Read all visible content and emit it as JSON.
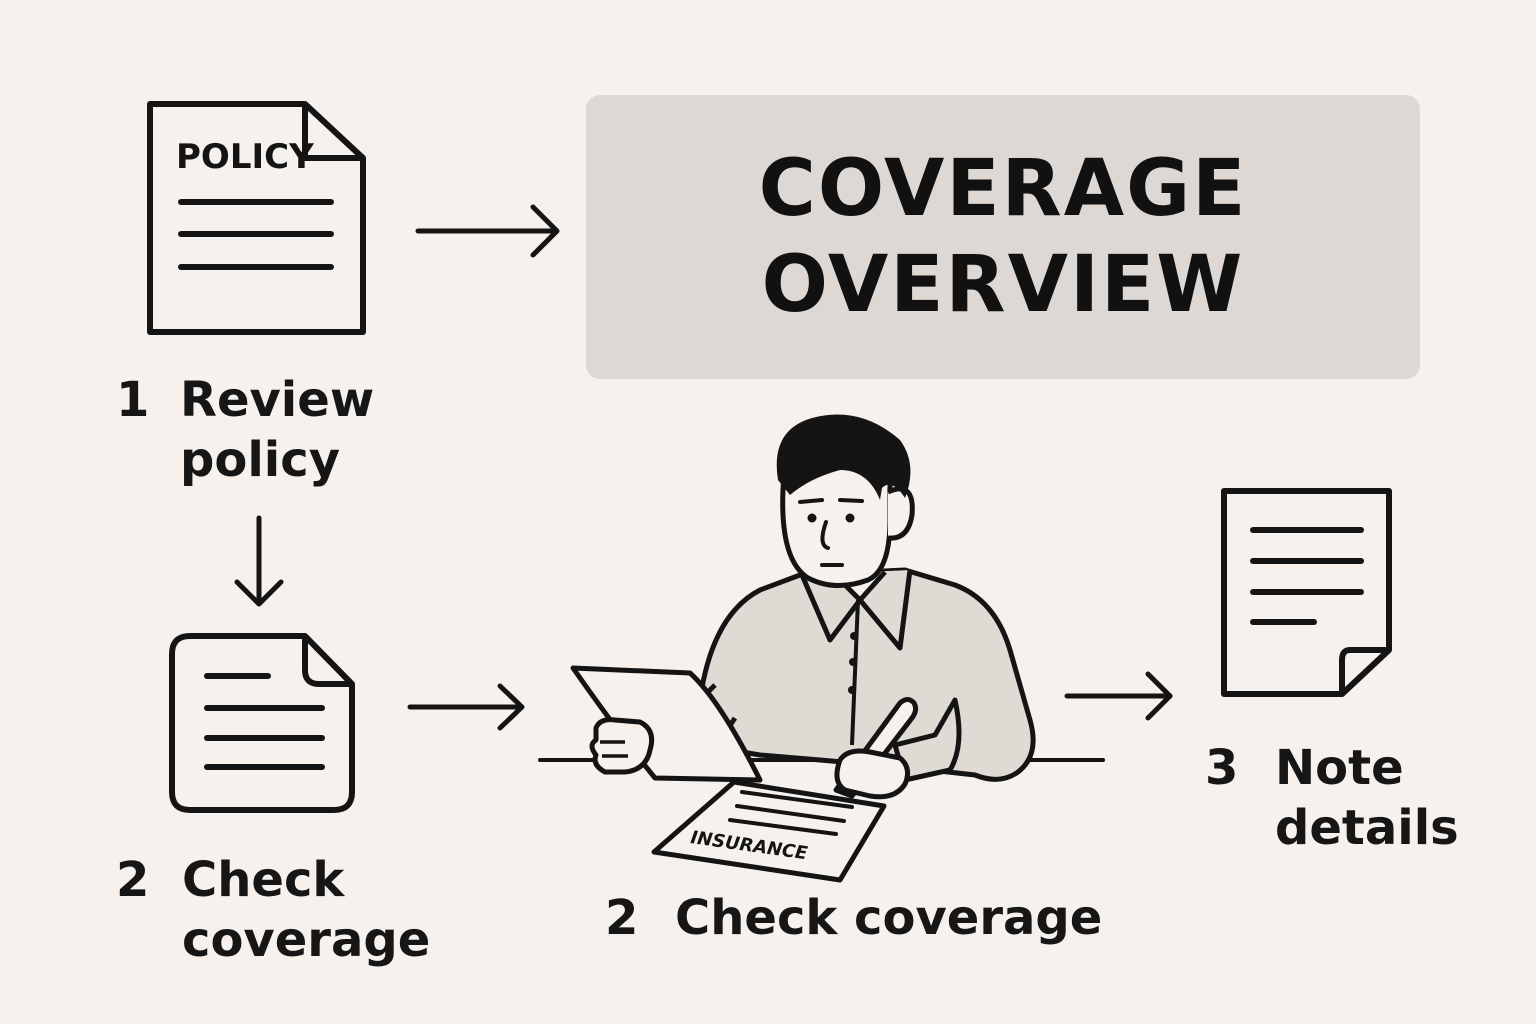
{
  "title": {
    "line1": "COVERAGE",
    "line2": "OVERVIEW"
  },
  "icons": {
    "policy_document": {
      "label": "POLICY",
      "icon": "policy-document-icon"
    },
    "coverage_document": {
      "icon": "document-folded-corner-icon"
    },
    "notes_document": {
      "icon": "notes-page-icon"
    },
    "insurance_form": {
      "label": "INSURANCE",
      "icon": "insurance-form-icon"
    },
    "person": {
      "icon": "person-reviewing-icon"
    }
  },
  "steps": [
    {
      "number": "1",
      "line1": "Review",
      "line2": "policy"
    },
    {
      "number": "2",
      "line1": "Check",
      "line2": "coverage"
    },
    {
      "number": "2",
      "line1": "Check coverage",
      "line2": ""
    },
    {
      "number": "3",
      "line1": "Note",
      "line2": "details"
    }
  ],
  "colors": {
    "background": "#f6f1ec",
    "title_box": "#ddd8d3",
    "ink": "#141414",
    "shirt": "#e0dad4"
  }
}
